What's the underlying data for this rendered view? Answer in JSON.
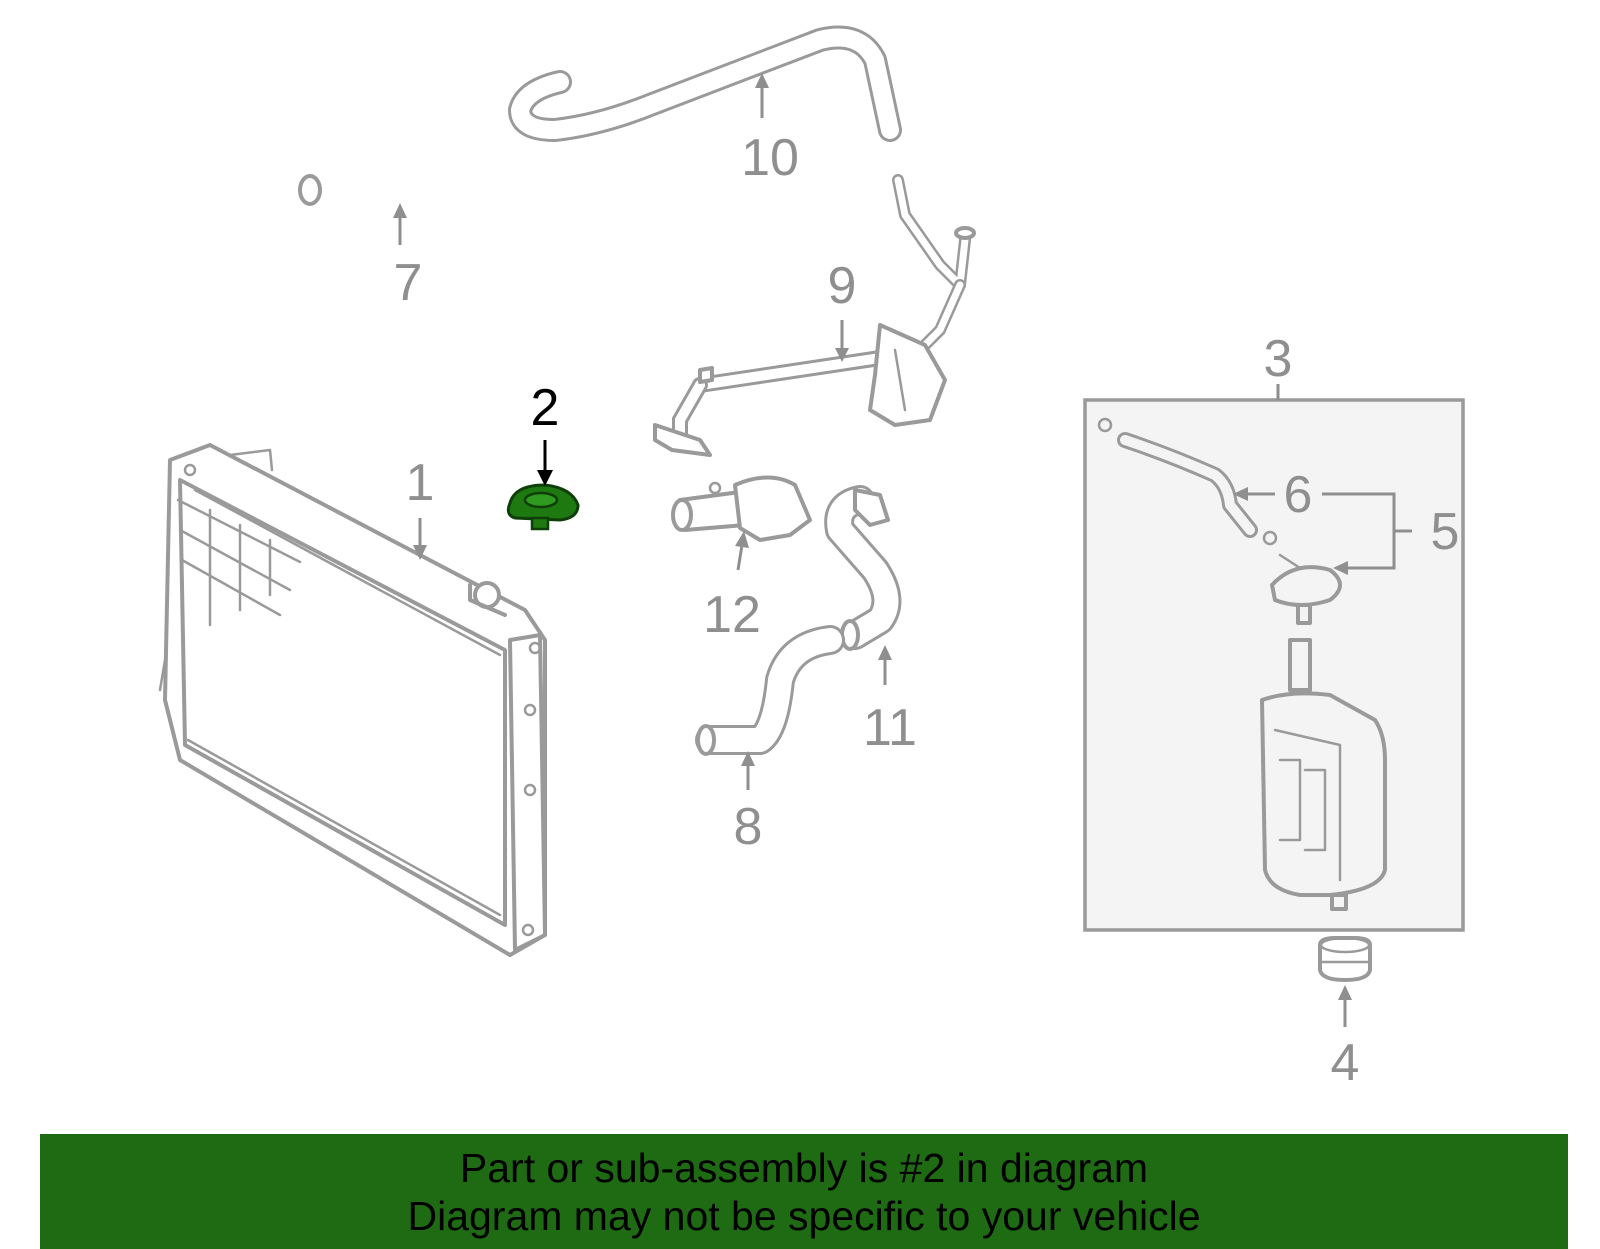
{
  "callouts": {
    "c1": "1",
    "c2": "2",
    "c3": "3",
    "c4": "4",
    "c5": "5",
    "c6": "6",
    "c7": "7",
    "c8": "8",
    "c9": "9",
    "c10": "10",
    "c11": "11",
    "c12": "12"
  },
  "highlighted_part": "2",
  "banner": {
    "line1": "Part or sub-assembly is #2 in diagram",
    "line2": "Diagram may not be specific to your vehicle"
  },
  "colors": {
    "part_outline": "#9a9a9a",
    "highlight_part": "#1e7a10",
    "banner_bg": "#1e6b14",
    "panel_bg": "#f4f4f4"
  }
}
